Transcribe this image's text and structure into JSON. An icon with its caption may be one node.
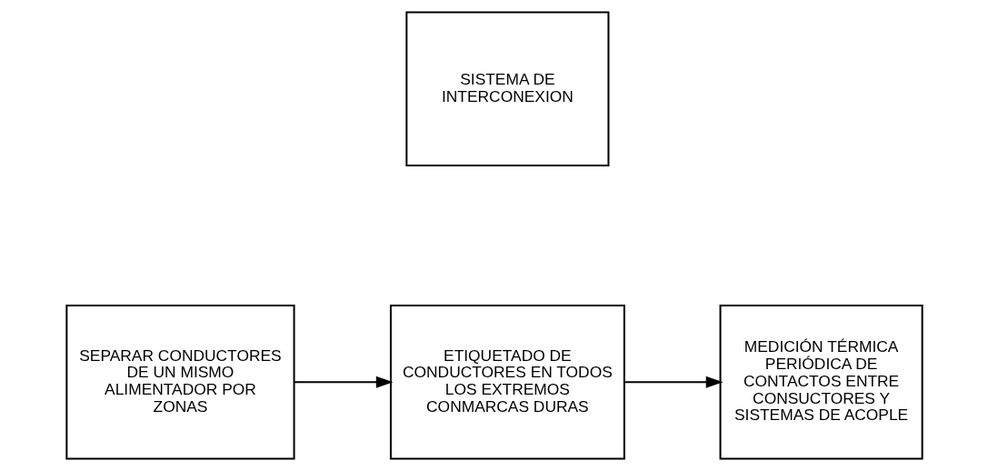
{
  "diagram": {
    "nodes": [
      {
        "text": [
          "SISTEMA DE INTERCONEXION"
        ]
      },
      {
        "text": [
          "SEPARAR CONDUCTORES DE UN MISMO ALIMENTADOR POR ZONAS"
        ]
      },
      {
        "text": [
          "ETIQUETADO DE CONDUCTORES EN TODOS LOS EXTREMOS CONMARCAS DURAS"
        ]
      },
      {
        "text": [
          "MEDICIÓN TÉRMICA PERIÓDICA DE CONTACTOS ENTRE CONSUCTORES Y SISTEMAS DE ACOPLE"
        ]
      }
    ],
    "edges": [
      {
        "from": 1,
        "to": 2,
        "arrow": "to"
      },
      {
        "from": 2,
        "to": 3,
        "arrow": "to"
      }
    ]
  }
}
